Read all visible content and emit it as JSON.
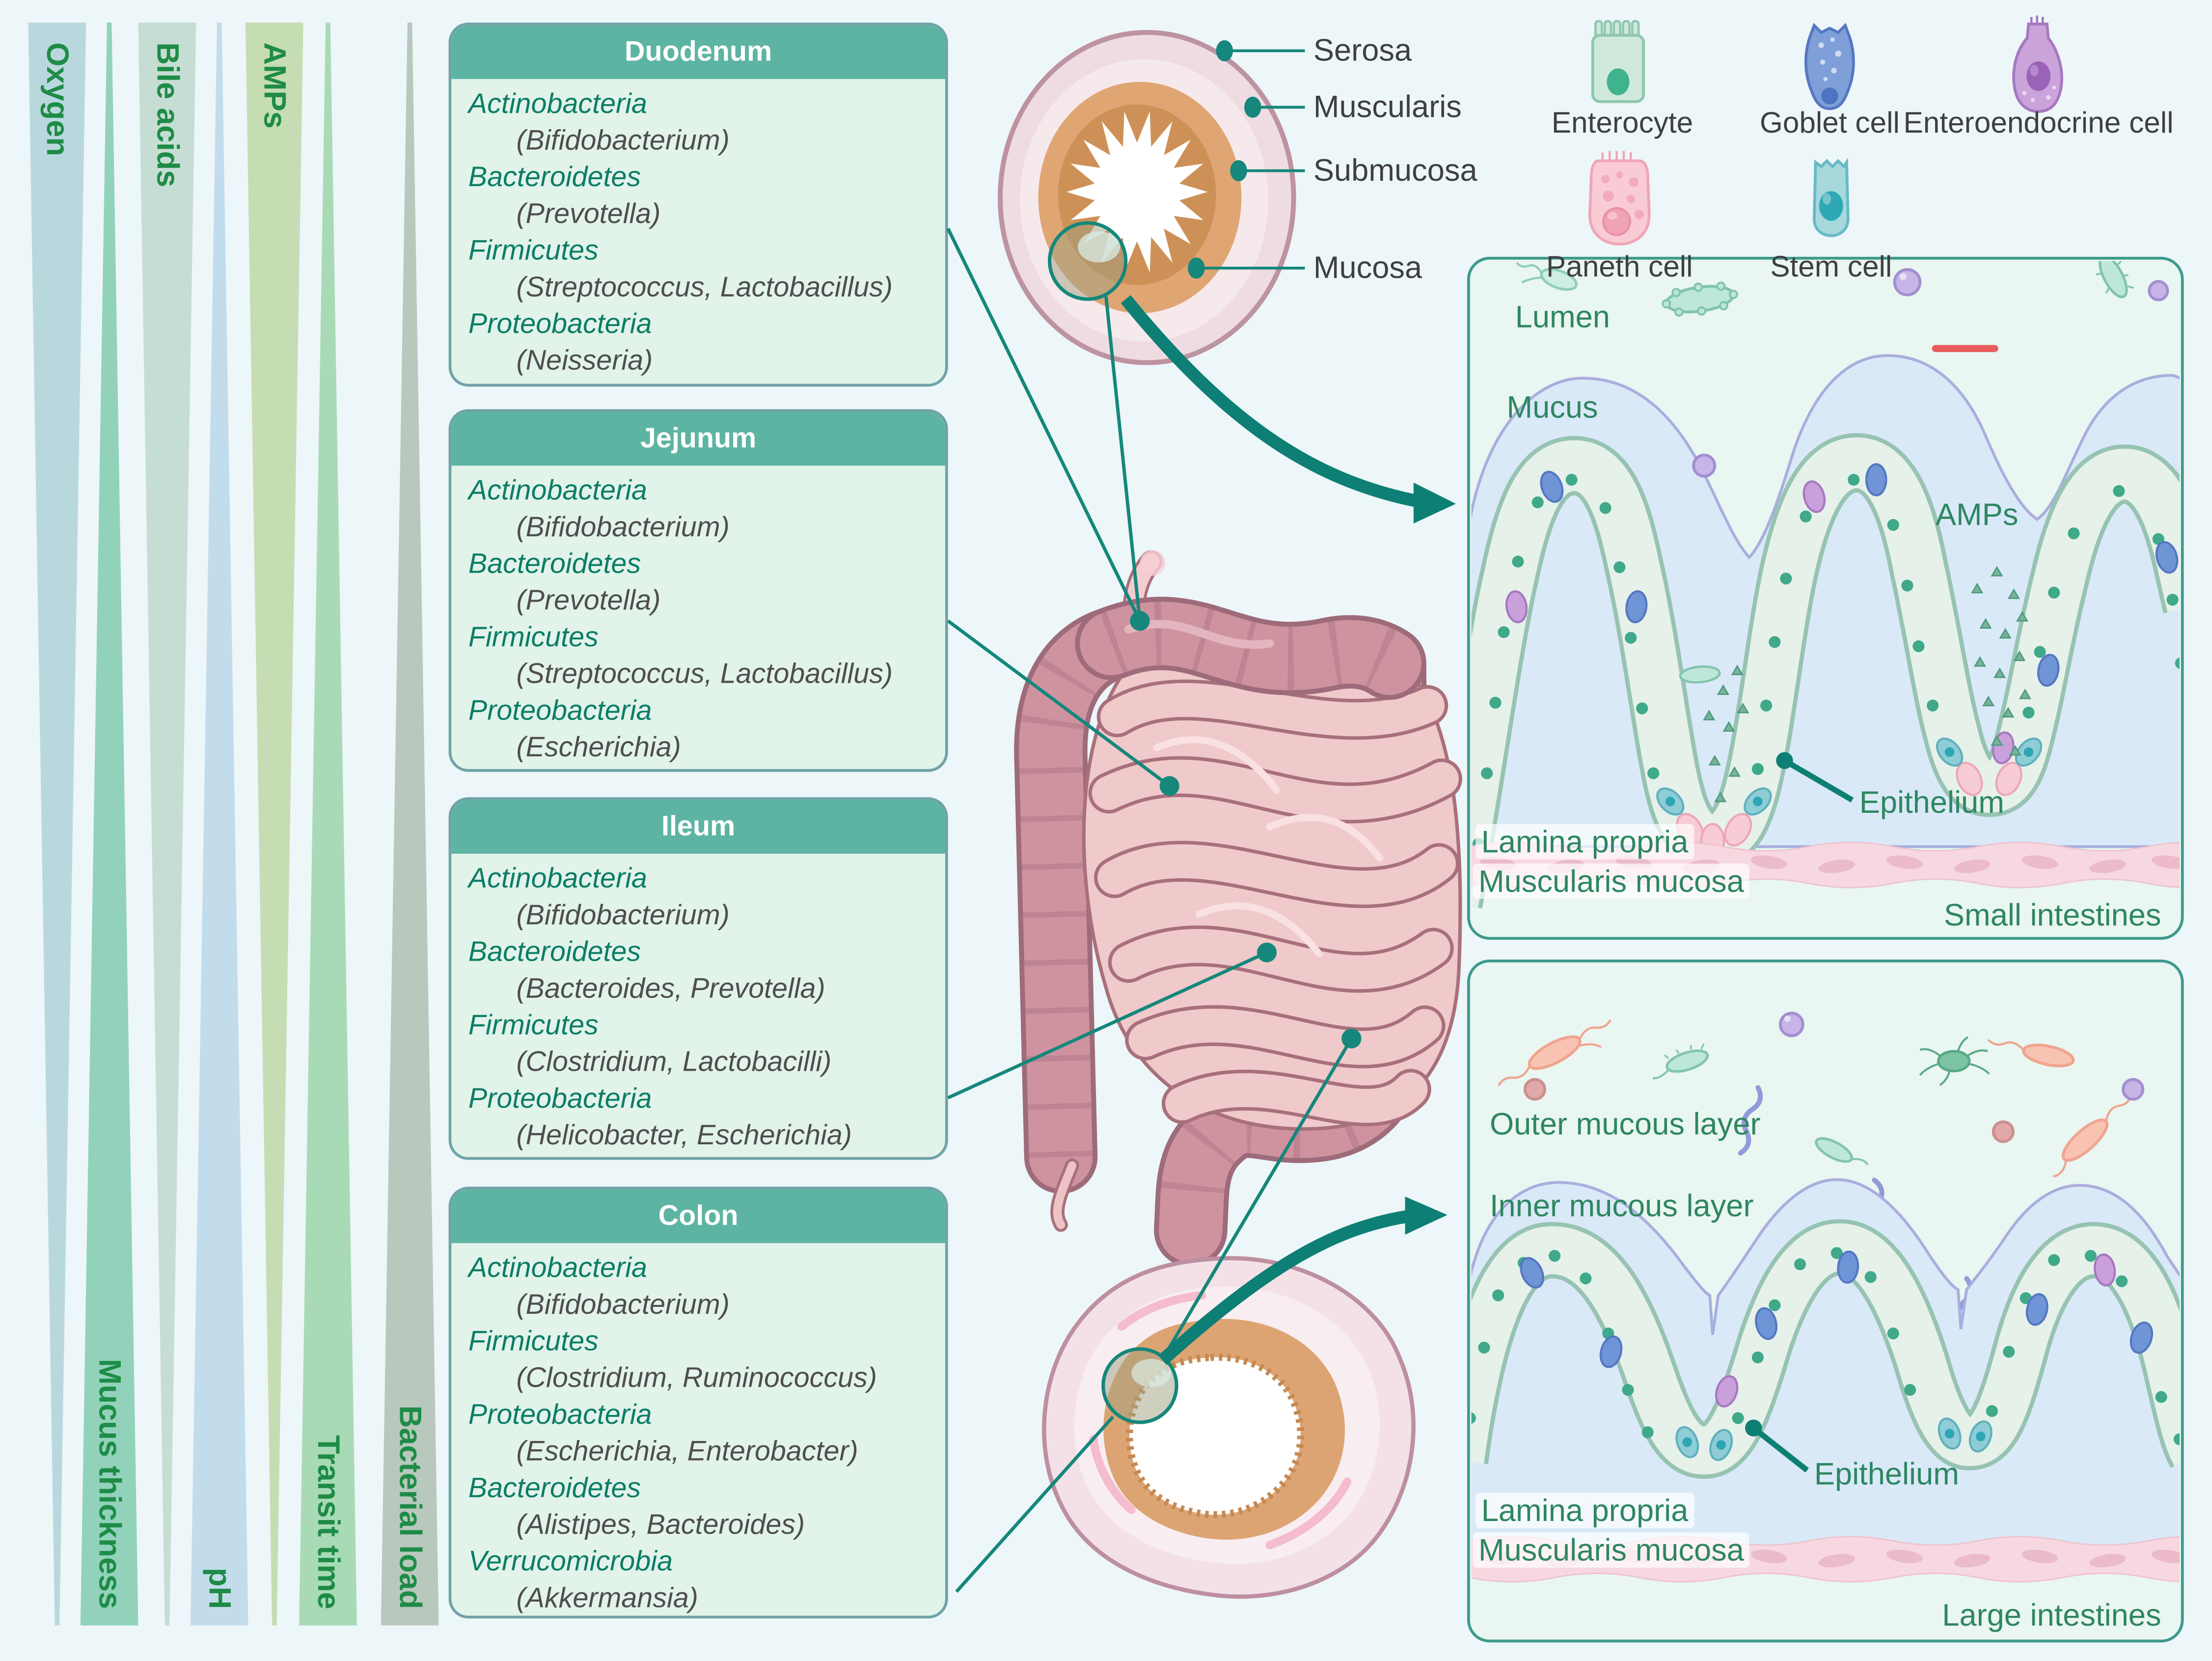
{
  "colors": {
    "accent_teal": "#15877b",
    "box_header_teal": "#5eb4a2",
    "label_green": "#2e8660",
    "gradient_label_green": "#1e8c46",
    "phylum_teal": "#0c7d66",
    "genus_gray": "#4e4e4e",
    "inhibition_red": "#e85c5c",
    "background": "#edf6f9"
  },
  "gradients": {
    "items": [
      {
        "label": "Oxygen",
        "trend": "decreasing"
      },
      {
        "label": "Mucus thickness",
        "trend": "increasing"
      },
      {
        "label": "Bile acids",
        "trend": "decreasing"
      },
      {
        "label": "pH",
        "trend": "increasing"
      },
      {
        "label": "AMPs",
        "trend": "decreasing"
      },
      {
        "label": "Transit time",
        "trend": "increasing"
      },
      {
        "label": "Bacterial load",
        "trend": "increasing"
      }
    ]
  },
  "region_boxes": [
    {
      "title": "Duodenum",
      "taxa": [
        {
          "phylum": "Actinobacteria",
          "genera": "(Bifidobacterium)"
        },
        {
          "phylum": "Bacteroidetes",
          "genera": "(Prevotella)"
        },
        {
          "phylum": "Firmicutes",
          "genera": "(Streptococcus, Lactobacillus)"
        },
        {
          "phylum": "Proteobacteria",
          "genera": "(Neisseria)"
        }
      ]
    },
    {
      "title": "Jejunum",
      "taxa": [
        {
          "phylum": "Actinobacteria",
          "genera": "(Bifidobacterium)"
        },
        {
          "phylum": "Bacteroidetes",
          "genera": "(Prevotella)"
        },
        {
          "phylum": "Firmicutes",
          "genera": "(Streptococcus, Lactobacillus)"
        },
        {
          "phylum": "Proteobacteria",
          "genera": "(Escherichia)"
        }
      ]
    },
    {
      "title": "Ileum",
      "taxa": [
        {
          "phylum": "Actinobacteria",
          "genera": "(Bifidobacterium)"
        },
        {
          "phylum": "Bacteroidetes",
          "genera": "(Bacteroides, Prevotella)"
        },
        {
          "phylum": "Firmicutes",
          "genera": "(Clostridium, Lactobacilli)"
        },
        {
          "phylum": "Proteobacteria",
          "genera": "(Helicobacter, Escherichia)"
        }
      ]
    },
    {
      "title": "Colon",
      "taxa": [
        {
          "phylum": "Actinobacteria",
          "genera": "(Bifidobacterium)"
        },
        {
          "phylum": "Firmicutes",
          "genera": "(Clostridium, Ruminococcus)"
        },
        {
          "phylum": "Proteobacteria",
          "genera": "(Escherichia, Enterobacter)"
        },
        {
          "phylum": "Bacteroidetes",
          "genera": "(Alistipes, Bacteroides)"
        },
        {
          "phylum": "Verrucomicrobia",
          "genera": "(Akkermansia)"
        }
      ]
    }
  ],
  "cross_section": {
    "labels": [
      "Serosa",
      "Muscularis",
      "Submucosa",
      "Mucosa"
    ]
  },
  "cell_legend": [
    {
      "name": "Enterocyte"
    },
    {
      "name": "Goblet cell"
    },
    {
      "name": "Enteroendocrine cell"
    },
    {
      "name": "Paneth cell"
    },
    {
      "name": "Stem cell"
    }
  ],
  "small_intestine_panel": {
    "labels": {
      "lumen": "Lumen",
      "mucus": "Mucus",
      "amps": "AMPs",
      "epithelium": "Epithelium",
      "lamina_propria": "Lamina propria",
      "muscularis_mucosa": "Muscularis mucosa"
    },
    "title": "Small intestines"
  },
  "large_intestine_panel": {
    "labels": {
      "outer_mucous_layer": "Outer mucous layer",
      "inner_mucous_layer": "Inner mucous layer",
      "epithelium": "Epithelium",
      "lamina_propria": "Lamina propria",
      "muscularis_mucosa": "Muscularis mucosa"
    },
    "title": "Large intestines"
  }
}
